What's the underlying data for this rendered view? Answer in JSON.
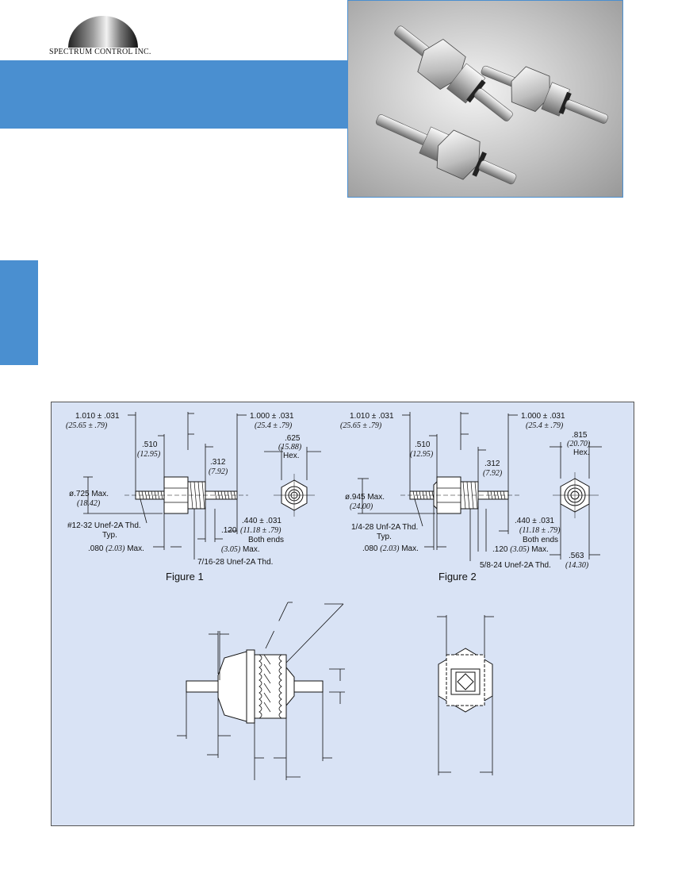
{
  "header": {
    "company_name": "SPECTRUM CONTROL INC."
  },
  "colors": {
    "accent_blue": "#4a8fd0",
    "drawing_background": "#d9e3f5"
  },
  "photo": {
    "icon": "filter-product-photo"
  },
  "figure1": {
    "caption": "Figure 1",
    "overall_length": "1.010 ± .031",
    "overall_length_mm": "(25.65 ± .79)",
    "right_length": "1.000 ± .031",
    "right_length_mm": "(25.4 ± .79)",
    "hex_length": ".510",
    "hex_length_mm": "(12.95)",
    "thread_length": ".312",
    "thread_length_mm": "(7.92)",
    "hex_size": ".625",
    "hex_size_mm": "(15.88)",
    "hex_label": "Hex.",
    "diameter": "ø.725 Max.",
    "diameter_mm": "(18.42)",
    "stud_thread": "#12-32 Unef-2A Thd.",
    "typ": "Typ.",
    "flange": ".080",
    "flange_mm": "(2.03)",
    "max": "Max.",
    "gap": ".120",
    "gap_mm": "(3.05)",
    "stud_length": ".440 ± .031",
    "stud_length_mm": "(11.18 ± .79)",
    "both_ends": "Both ends",
    "body_thread": "7/16-28 Unef-2A Thd."
  },
  "figure2": {
    "caption": "Figure 2",
    "overall_length": "1.010 ± .031",
    "overall_length_mm": "(25.65 ± .79)",
    "right_length": "1.000 ± .031",
    "right_length_mm": "(25.4 ± .79)",
    "hex_length": ".510",
    "hex_length_mm": "(12.95)",
    "thread_length": ".312",
    "thread_length_mm": "(7.92)",
    "hex_size": ".815",
    "hex_size_mm": "(20.70)",
    "hex_label": "Hex.",
    "diameter": "ø.945 Max.",
    "diameter_mm": "(24.00)",
    "stud_thread": "1/4-28 Unf-2A Thd.",
    "typ": "Typ.",
    "flange": ".080",
    "flange_mm": "(2.03)",
    "max": "Max.",
    "gap": ".120",
    "gap_mm": "(3.05)",
    "gap_max": "Max.",
    "stud_length": ".440 ± .031",
    "stud_length_mm": "(11.18 ± .79)",
    "both_ends": "Both ends",
    "body_thread": "5/8-24 Unef-2A Thd.",
    "across_flats": ".563",
    "across_flats_mm": "(14.30)"
  }
}
